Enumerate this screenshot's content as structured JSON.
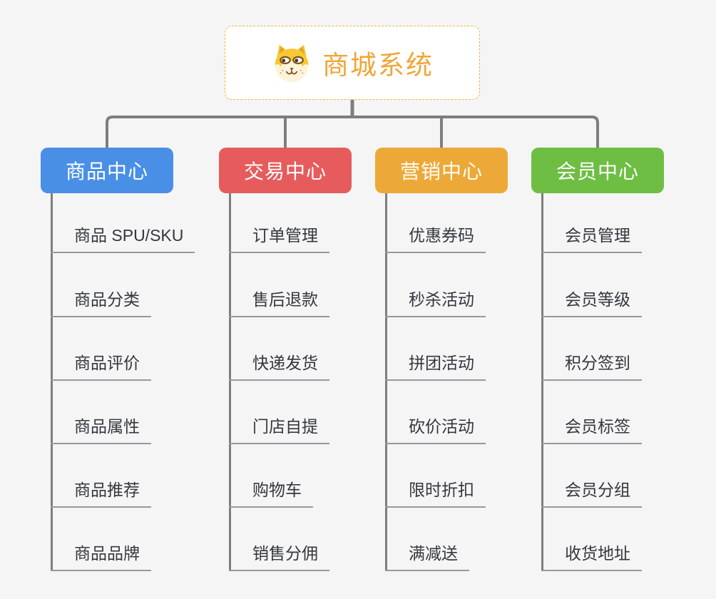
{
  "root": {
    "title": "商城系统",
    "icon": "shiba-dog-face-icon"
  },
  "branches": [
    {
      "label": "商品中心",
      "color": "#4a8fe6",
      "items": [
        "商品 SPU/SKU",
        "商品分类",
        "商品评价",
        "商品属性",
        "商品推荐",
        "商品品牌"
      ]
    },
    {
      "label": "交易中心",
      "color": "#e65c5c",
      "items": [
        "订单管理",
        "售后退款",
        "快递发货",
        "门店自提",
        "购物车",
        "销售分佣"
      ]
    },
    {
      "label": "营销中心",
      "color": "#eda938",
      "items": [
        "优惠券码",
        "秒杀活动",
        "拼团活动",
        "砍价活动",
        "限时折扣",
        "满减送"
      ]
    },
    {
      "label": "会员中心",
      "color": "#6ebe44",
      "items": [
        "会员管理",
        "会员等级",
        "积分签到",
        "会员标签",
        "会员分组",
        "收货地址"
      ]
    }
  ],
  "colors": {
    "background": "#f5f5f6",
    "connector": "#7e7e7e",
    "leaf_underline": "#98989c",
    "root_accent": "#f0a636",
    "root_border": "#f2b13f"
  }
}
